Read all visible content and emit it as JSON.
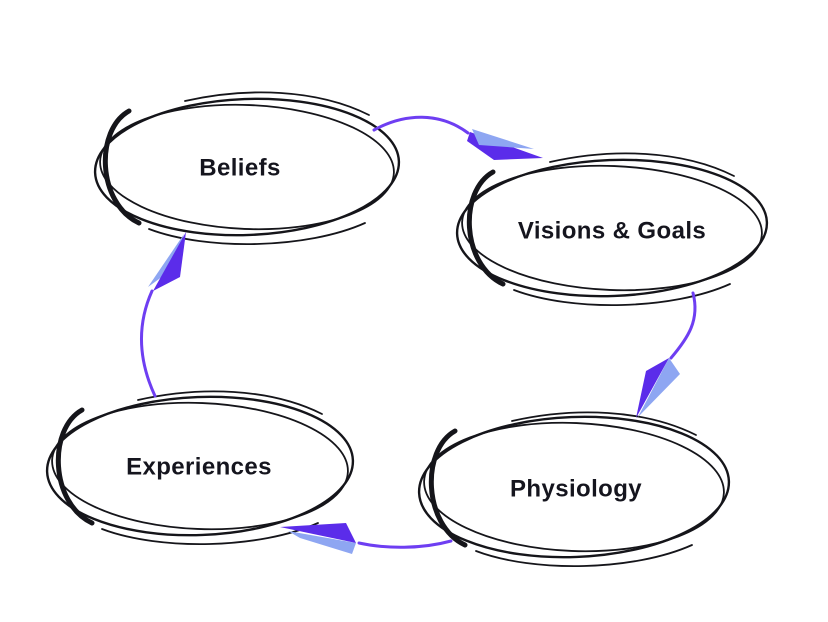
{
  "diagram": {
    "title": "Beliefs cycle diagram",
    "background_color": "#ffffff",
    "ink_color": "#15151a",
    "label_color": "#15151e",
    "colors": {
      "arrow_line": "#6e3ef2",
      "arrowhead_dark": "#5b2cea",
      "arrowhead_light": "#8ea6f2"
    },
    "nodes": [
      {
        "id": "beliefs",
        "label": "Beliefs"
      },
      {
        "id": "visions-goals",
        "label": "Visions & Goals"
      },
      {
        "id": "experiences",
        "label": "Experiences"
      },
      {
        "id": "physiology",
        "label": "Physiology"
      }
    ],
    "arrows": [
      {
        "from": "Beliefs",
        "to": "Visions & Goals"
      },
      {
        "from": "Visions & Goals",
        "to": "Physiology"
      },
      {
        "from": "Physiology",
        "to": "Experiences"
      },
      {
        "from": "Experiences",
        "to": "Beliefs"
      }
    ]
  }
}
